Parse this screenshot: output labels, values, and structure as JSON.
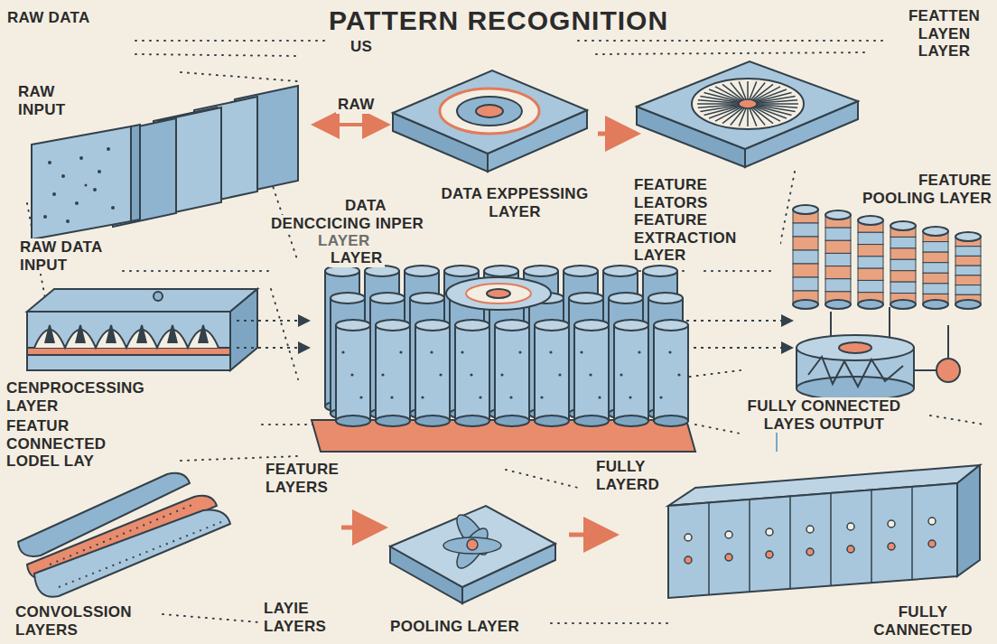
{
  "diagram": {
    "title": "PATTERN RECOGNITION",
    "labels": [
      "RAW DATA",
      "US",
      "FEATTEN LAYEN LAYER",
      "RAW INPUT",
      "RAW",
      "DATA",
      "DATA EXPPESSING LAYER",
      "FEATURE LEATORS FEATURE EXTRACTION LAYER",
      "FEATURE POOLING LAYER",
      "DENCCICING INPER",
      "LAYER",
      "LAYER",
      "RAW DATA INPUT",
      "CENPROCESSING LAYER",
      "FULLY CONNECTED LAYES OUTPUT",
      "FEATUR CONNECTED LODEL LAY",
      "FEATURE LAYERS",
      "FULLY LAYERD",
      "CONVOLSSION LAYERS",
      "LAYIE LAYERS",
      "POOLING LAYER",
      "FULLY CANNECTED"
    ]
  }
}
